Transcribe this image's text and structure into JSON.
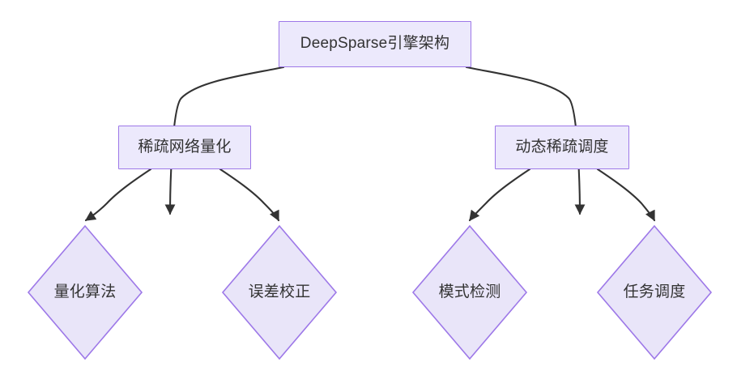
{
  "diagram": {
    "type": "flowchart",
    "direction": "top-down",
    "title": "DeepSparse引擎架构",
    "theme": {
      "node_fill": "#ECE9FC",
      "diamond_fill": "#E9E5F9",
      "node_border": "#9D78E8",
      "text_color": "#333333",
      "edge_color": "#333333",
      "background": "#FFFFFF"
    },
    "nodes": [
      {
        "id": "root",
        "label": "DeepSparse引擎架构",
        "shape": "rectangle",
        "level": 0
      },
      {
        "id": "quant",
        "label": "稀疏网络量化",
        "shape": "rectangle",
        "level": 1
      },
      {
        "id": "sched",
        "label": "动态稀疏调度",
        "shape": "rectangle",
        "level": 1
      },
      {
        "id": "quant_algo",
        "label": "量化算法",
        "shape": "diamond",
        "level": 2
      },
      {
        "id": "err_corr",
        "label": "误差校正",
        "shape": "diamond",
        "level": 2
      },
      {
        "id": "pattern",
        "label": "模式检测",
        "shape": "diamond",
        "level": 2
      },
      {
        "id": "task_sched",
        "label": "任务调度",
        "shape": "diamond",
        "level": 2
      }
    ],
    "edges": [
      {
        "from": "root",
        "to": "quant",
        "arrow": "solid"
      },
      {
        "from": "root",
        "to": "sched",
        "arrow": "solid"
      },
      {
        "from": "quant",
        "to": "quant_algo",
        "arrow": "solid"
      },
      {
        "from": "quant",
        "to": "err_corr",
        "arrow": "solid"
      },
      {
        "from": "sched",
        "to": "pattern",
        "arrow": "solid"
      },
      {
        "from": "sched",
        "to": "task_sched",
        "arrow": "solid"
      }
    ]
  }
}
